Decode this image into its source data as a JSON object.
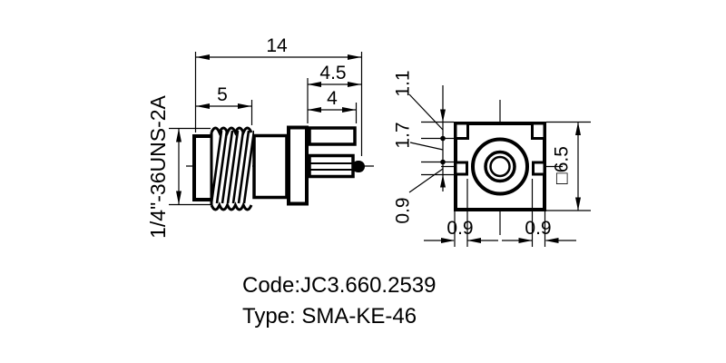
{
  "side_view": {
    "dim_overall": "14",
    "dim_flange_to_pin_tip": "4.5",
    "dim_flange_to_leg_end": "4",
    "dim_thread_length": "5",
    "thread_spec": "1/4\"-36UNS-2A"
  },
  "front_view": {
    "dim_tab_depth": "1.1",
    "dim_tab_to_notch": "1.7",
    "dim_notch_height": "0.9",
    "dim_flange_size": "□6.5",
    "dim_leg_width_left": "0.9",
    "dim_leg_width_right": "0.9"
  },
  "footer": {
    "code_line": "Code:JC3.660.2539",
    "type_line": "Type: SMA-KE-46"
  },
  "colors": {
    "line": "#000000",
    "background": "#ffffff"
  }
}
